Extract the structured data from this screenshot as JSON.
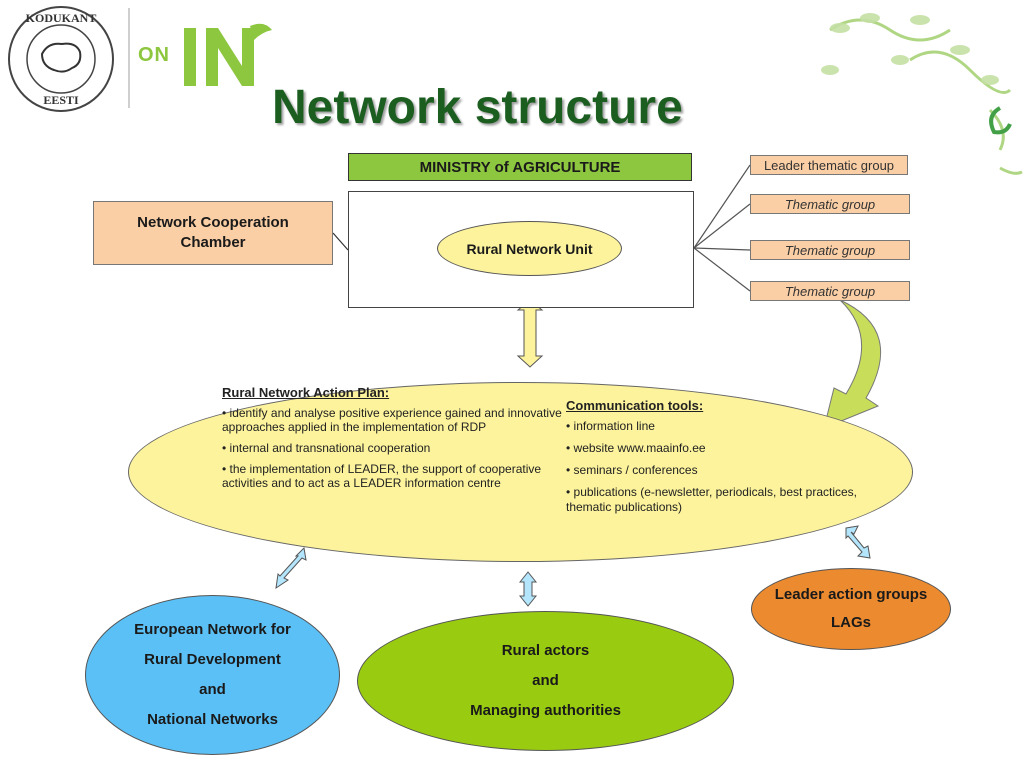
{
  "header": {
    "seal_text": "KODUKANT EESTI",
    "logo_on": "ON",
    "logo_in": "IN",
    "title": "Network structure"
  },
  "diagram": {
    "ministry": "MINISTRY of AGRICULTURE",
    "rural_network_unit": "Rural Network Unit",
    "chamber": [
      "Network Cooperation",
      "Chamber"
    ],
    "thematic_groups": [
      "Leader thematic group",
      "Thematic group",
      "Thematic group",
      "Thematic group"
    ],
    "action_plan": {
      "title": "Rural Network Action Plan:",
      "items": [
        "• identify and analyse positive experience gained and innovative approaches applied in the implementation of RDP",
        "• internal and transnational cooperation",
        "• the implementation of LEADER, the support of cooperative activities and to act as a LEADER information centre"
      ]
    },
    "communication_tools": {
      "title": "Communication tools:",
      "items": [
        "• information line",
        "• website www.maainfo.ee",
        "• seminars / conferences",
        "• publications (e-newsletter, periodicals, best practices, thematic publications)"
      ]
    },
    "enrd": [
      "European Network for",
      "Rural Development",
      "and",
      "National Networks"
    ],
    "rural_actors": [
      "Rural actors",
      "and",
      "Managing authorities"
    ],
    "lags": [
      "Leader action groups",
      "LAGs"
    ]
  },
  "colors": {
    "title_green": "#1b5e20",
    "ministry_green": "#8dc63f",
    "peach": "#fbcfa5",
    "yellow": "#fcf39c",
    "blue": "#5bc0f6",
    "lime": "#99cc11",
    "orange": "#ec8a2f"
  }
}
